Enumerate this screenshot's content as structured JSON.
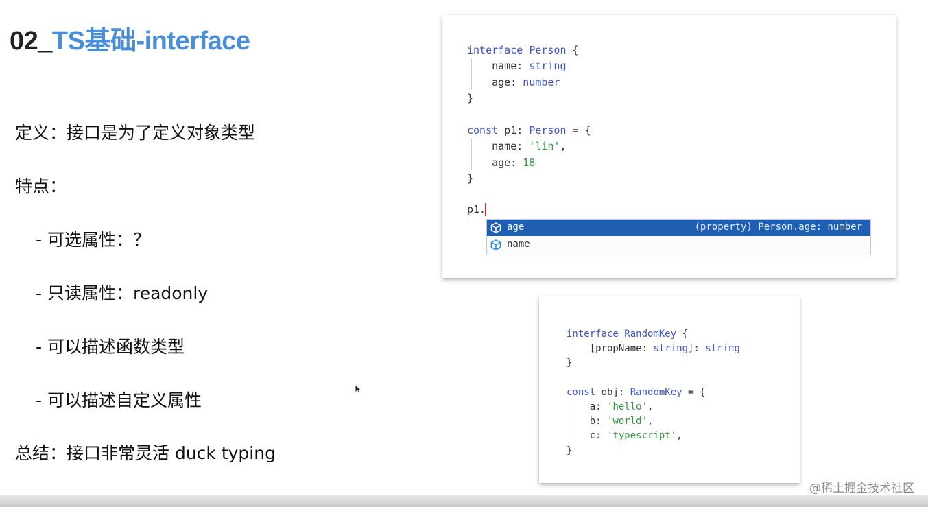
{
  "slide": {
    "title_number": "02_",
    "title_topic": "TS基础-interface",
    "definition": "定义：接口是为了定义对象类型",
    "features_label": "特点：",
    "features": [
      "- 可选属性：？",
      "- 只读属性：readonly",
      "- 可以描述函数类型",
      "- 可以描述自定义属性"
    ],
    "summary": "总结：接口非常灵活 duck typing"
  },
  "code1": {
    "interface_kw": "interface",
    "interface_name": "Person",
    "open_brace": " {",
    "field1_key": "name: ",
    "field1_type": "string",
    "field2_key": "age: ",
    "field2_type": "number",
    "close_brace": "}",
    "const_kw": "const",
    "const_name": " p1: ",
    "const_type": "Person",
    "const_assign": " = {",
    "val1_key": "name: ",
    "val1_value": "'lin'",
    "val1_comma": ",",
    "val2_key": "age: ",
    "val2_value": "18",
    "close_brace2": "}",
    "input_text": "p1.",
    "suggestions": [
      {
        "label": "age",
        "detail": "(property) Person.age: number",
        "selected": true
      },
      {
        "label": "name",
        "detail": "",
        "selected": false
      }
    ]
  },
  "code2": {
    "interface_kw": "interface",
    "interface_name": "RandomKey",
    "open_brace": " {",
    "index_open": "[propName: ",
    "index_type": "string",
    "index_close": "]: ",
    "value_type": "string",
    "close_brace": "}",
    "const_kw": "const",
    "const_name": " obj: ",
    "const_type": "RandomKey",
    "const_assign": " = {",
    "a_key": "a: ",
    "a_value": "'hello'",
    "b_key": "b: ",
    "b_value": "'world'",
    "c_key": "c: ",
    "c_value": "'typescript'",
    "comma": ",",
    "close_brace2": "}"
  },
  "watermark": "@稀土掘金技术社区",
  "colors": {
    "title_accent": "#4a8ed8",
    "keyword": "#3f55c4",
    "string": "#2e9a3a",
    "selection": "#1e5fb4"
  }
}
